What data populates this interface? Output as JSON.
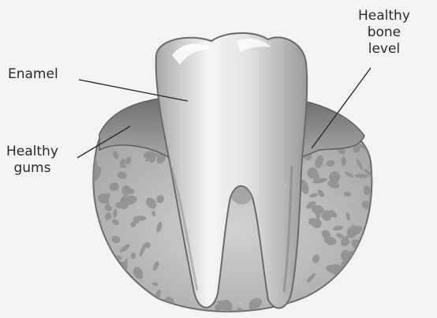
{
  "labels": {
    "enamel": "Enamel",
    "gums": [
      "Healthy",
      "gums"
    ],
    "bone": [
      "Healthy",
      "bone",
      "level"
    ]
  },
  "colors": {
    "background": "#f3f3f3",
    "text": "#2a2a2a",
    "tooth_light": "#f4f4f4",
    "tooth_shadow": "#9a9a9a",
    "gum": "#8f8f8f",
    "bone_fill": "#bdbdbd",
    "bone_cell": "#7d7d7d"
  }
}
